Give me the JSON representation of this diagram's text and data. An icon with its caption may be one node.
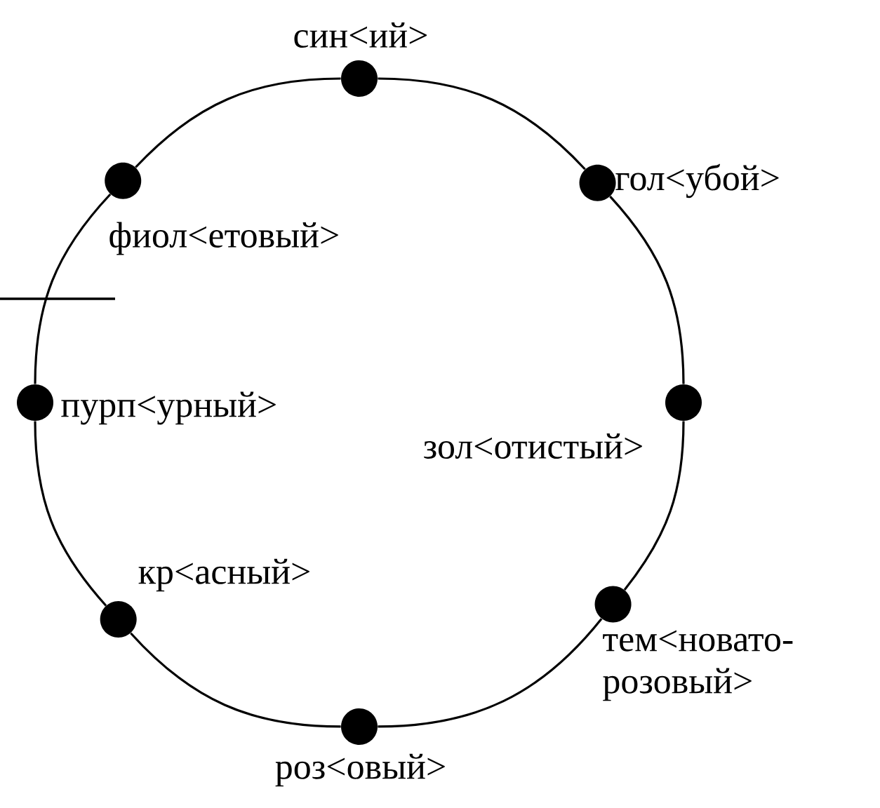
{
  "diagram": {
    "nodes": [
      {
        "text": [],
        "shape": "circle",
        "beside": [
          "син<ий>"
        ]
      },
      {
        "text": [],
        "shape": "circle",
        "beside": [
          "гол<убой>"
        ]
      },
      {
        "text": [],
        "shape": "circle",
        "beside": [
          "зол<отистый>"
        ]
      },
      {
        "text": [],
        "shape": "circle",
        "beside": [
          "тем<новато- розовый>"
        ]
      },
      {
        "text": [],
        "shape": "circle",
        "beside": [
          "роз<овый>"
        ]
      },
      {
        "text": [],
        "shape": "circle",
        "beside": [
          "кр<асный>"
        ]
      },
      {
        "text": [],
        "shape": "circle",
        "beside": [
          "пурп<урный>"
        ]
      },
      {
        "text": [],
        "shape": "circle",
        "beside": [
          "фиол<етовый>"
        ]
      }
    ],
    "edges": [
      {
        "from": 0,
        "to": 1,
        "arrow": "none"
      },
      {
        "from": 1,
        "to": 2,
        "arrow": "none"
      },
      {
        "from": 2,
        "to": 3,
        "arrow": "none"
      },
      {
        "from": 3,
        "to": 4,
        "arrow": "none"
      },
      {
        "from": 4,
        "to": 5,
        "arrow": "none"
      },
      {
        "from": 5,
        "to": 6,
        "arrow": "none"
      },
      {
        "from": 6,
        "to": 7,
        "arrow": "none"
      },
      {
        "from": 7,
        "to": 0,
        "arrow": "none"
      }
    ]
  }
}
